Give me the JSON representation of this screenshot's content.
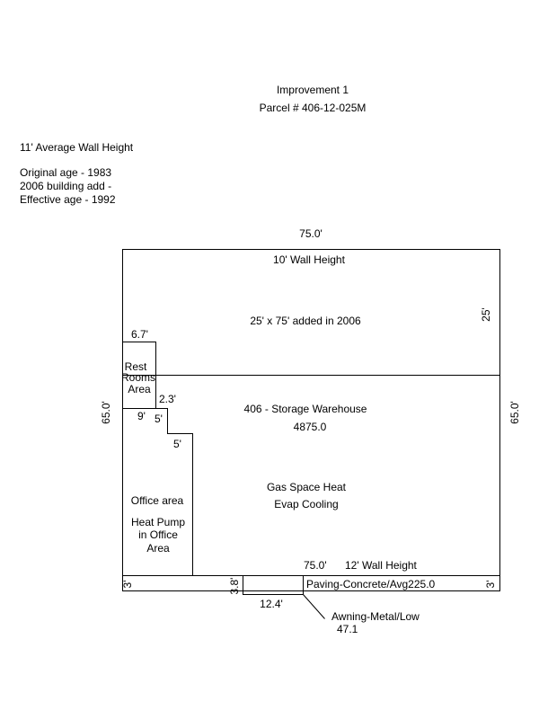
{
  "header": {
    "title": "Improvement 1",
    "parcel": "Parcel # 406-12-025M"
  },
  "notes": {
    "wall_height": "11' Average Wall Height",
    "original_age": "Original age - 1983",
    "building_add": "2006 building add -",
    "effective_age": "Effective age - 1992"
  },
  "sketch": {
    "top_dim": "75.0'",
    "left_dim": "65.0'",
    "right_dim": "65.0'",
    "addition_wall_height": "10' Wall Height",
    "addition_label": "25' x 75' added in 2006",
    "addition_dim": "25'",
    "restroom_width": "6.7'",
    "restroom_line1": "Rest",
    "restroom_line2": "Rooms",
    "restroom_line3": "Area",
    "step_dim_a": "2.3'",
    "step_dim_b": "9'",
    "step_dim_c": "5'",
    "step_dim_d": "5'",
    "warehouse_label": "406 - Storage Warehouse",
    "warehouse_area": "4875.0",
    "heat_label": "Gas Space Heat",
    "cooling_label": "Evap Cooling",
    "office_label": "Office area",
    "office_hvac_1": "Heat Pump",
    "office_hvac_2": "in Office",
    "office_hvac_3": "Area",
    "bottom_dim": "75.0'",
    "bottom_wall_height": "12' Wall Height",
    "paving_left_dim": "3'",
    "paving_right_dim": "3'",
    "awning_depth": "3.8'",
    "paving_label": "Paving-Concrete/Avg225.0",
    "awning_width": "12.4'",
    "awning_label": "Awning-Metal/Low",
    "awning_area": "47.1"
  }
}
